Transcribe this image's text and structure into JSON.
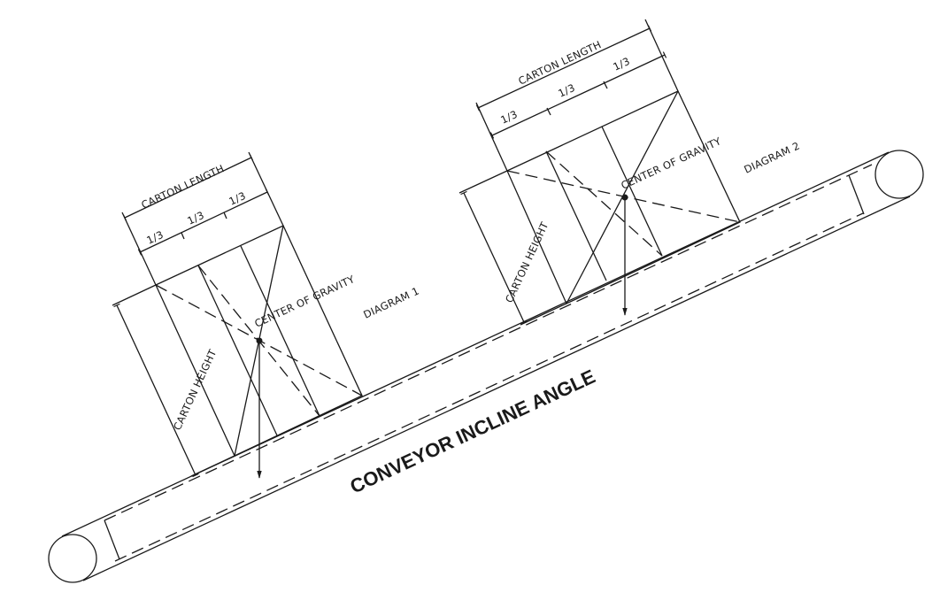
{
  "conveyor_label": "CONVEYOR INCLINE ANGLE",
  "diagram_1": {
    "label": "DIAGRAM 1",
    "carton_length": "CARTON LENGTH",
    "thirds": [
      "1/3",
      "1/3",
      "1/3"
    ],
    "carton_height": "CARTON HEIGHT",
    "center_of_gravity": "CENTER OF GRAVITY"
  },
  "diagram_2": {
    "label": "DIAGRAM 2",
    "carton_length": "CARTON LENGTH",
    "thirds": [
      "1/3",
      "1/3",
      "1/3"
    ],
    "carton_height": "CARTON HEIGHT",
    "center_of_gravity": "CENTER OF GRAVITY"
  }
}
